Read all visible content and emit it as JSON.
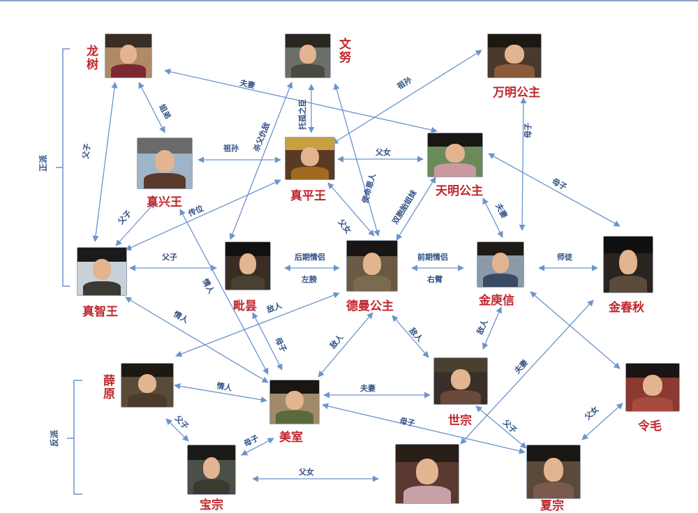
{
  "colors": {
    "edge": "#6a94cc",
    "name": "#c0262d",
    "label": "#2f4f86"
  },
  "groups": {
    "zheng": "正派",
    "fan": "反派"
  },
  "people": {
    "longshu": "龙树",
    "wenwu": "文努",
    "wanming": "万明公主",
    "zhenxing": "真兴王",
    "zhenping": "真平王",
    "tianming": "天明公主",
    "zhenzhi": "真智王",
    "pitan": "毗昙",
    "deman": "德曼公主",
    "jinyuxin": "金庾信",
    "jinchunqiu": "金春秋",
    "xueyuan": "薛原",
    "meishi": "美室",
    "shizong": "世宗",
    "lingmao": "令毛",
    "bottom_left": "宝宗",
    "bottom_right": "夏宗"
  },
  "relations": {
    "fuqi1": "夫妻",
    "jiesun": "祖孙",
    "zhaodi": "姐弟",
    "fuzi1": "父子",
    "zusun": "祖孙",
    "qinfu": "杀父仇敌",
    "tuogu": "托孤之臣",
    "shenmingren": "使命恩人",
    "funv1": "父女",
    "fuzi2": "父子",
    "chuanwei": "传位",
    "funv2": "父女",
    "shuangbao": "双胞胎姐妹",
    "muzi1": "母子",
    "muzi2": "母子",
    "fuqi_tm": "夫妻",
    "fuzi3": "父子",
    "houqi": "后期情侣",
    "zuobang": "左膀",
    "qianqi": "前期情侣",
    "youbi": "右臂",
    "shitu": "师徒",
    "qingren1": "情人",
    "qingren2": "情人",
    "diren1": "敌人",
    "muzi3": "母子",
    "diren2": "敌人",
    "diren3": "敌人",
    "diren4": "敌人",
    "fuqi2": "夫妻",
    "funv3": "父女",
    "qingren3": "情人",
    "fuqi3": "夫妻",
    "fuzi4": "父子",
    "muzi4": "母子",
    "fuzi5": "父子",
    "muzi5": "母子",
    "funv4": "父女"
  }
}
